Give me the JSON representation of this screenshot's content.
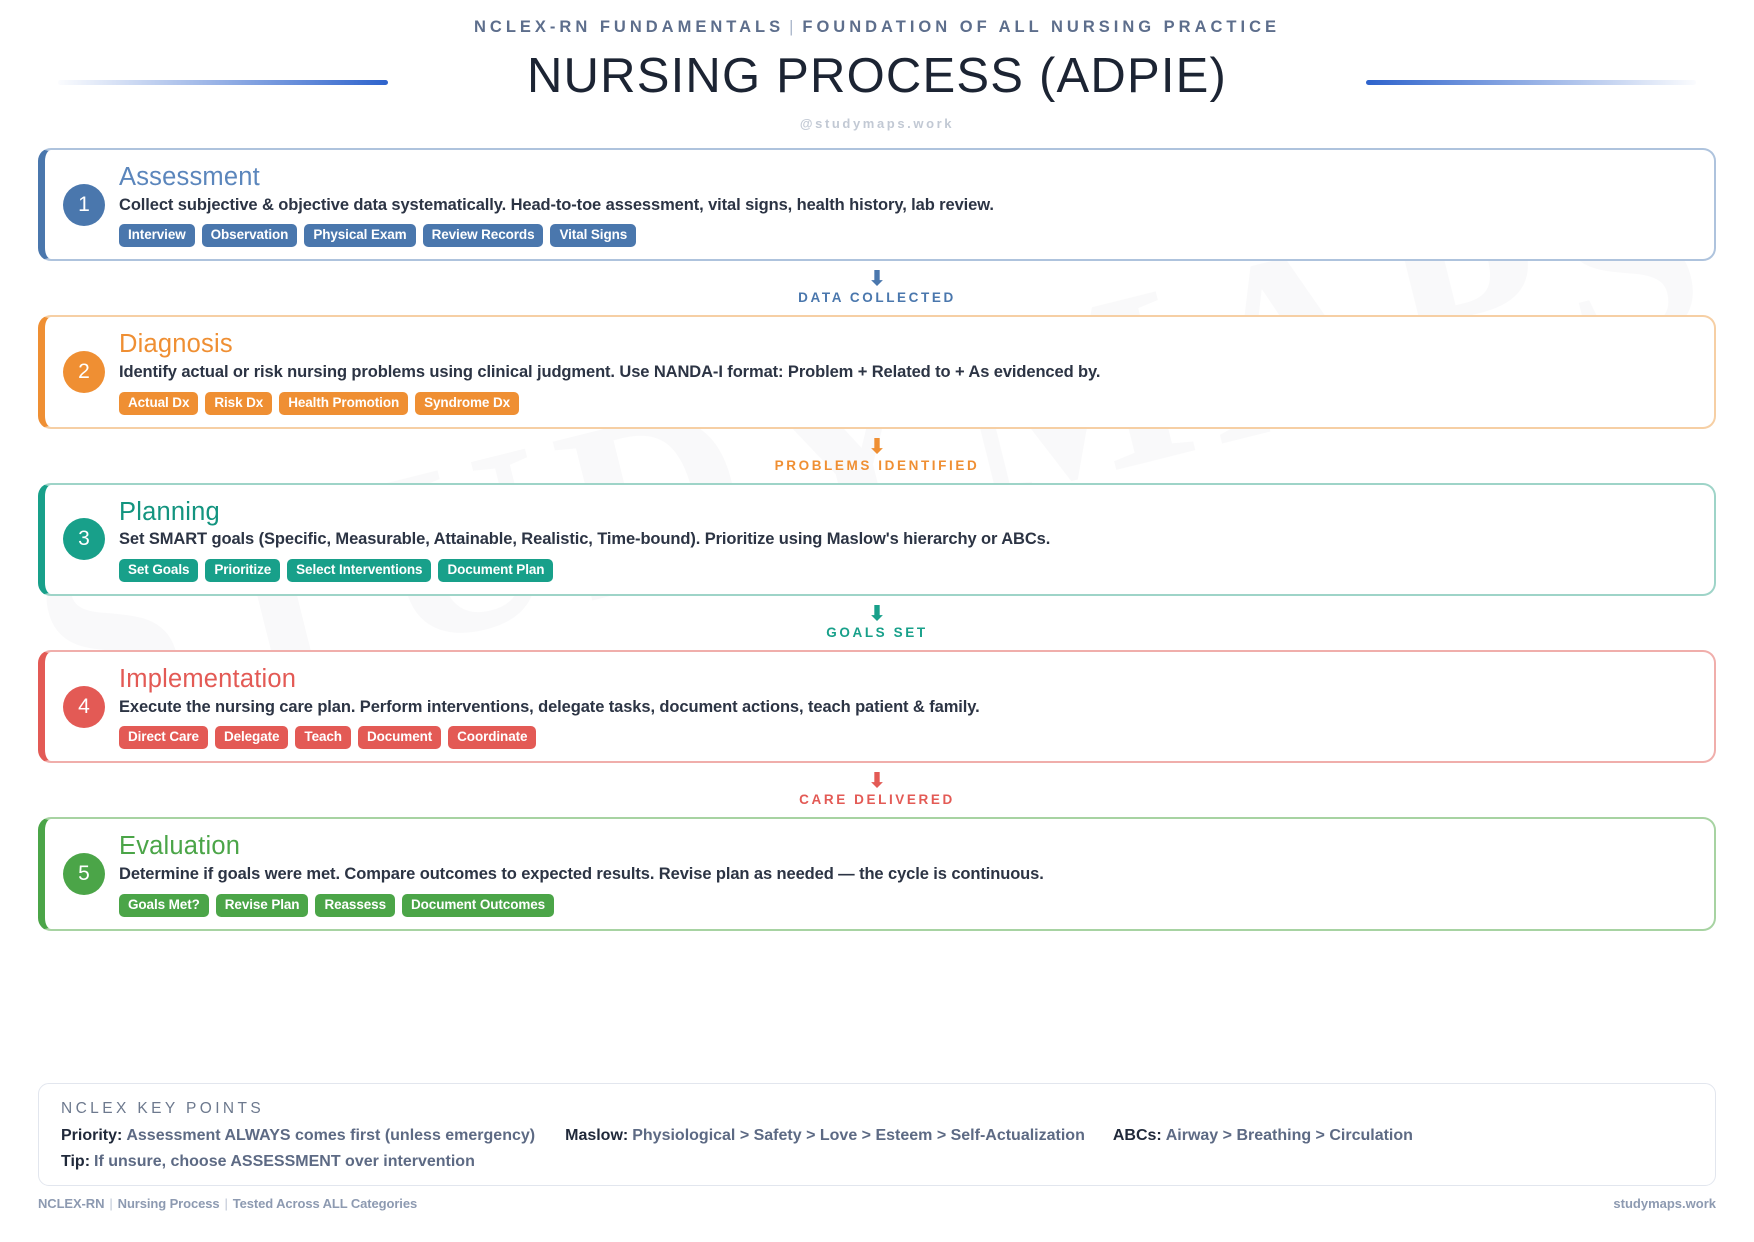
{
  "header": {
    "kicker_left": "NCLEX-RN FUNDAMENTALS",
    "kicker_divider": "|",
    "kicker_right": "FOUNDATION OF ALL NURSING PRACTICE",
    "title": "NURSING PROCESS (ADPIE)",
    "handle": "@studymaps.work",
    "accent": "#2e63cc"
  },
  "watermark": {
    "text": "STUDYMAPS"
  },
  "steps": [
    {
      "number": "1",
      "title": "Assessment",
      "description": "Collect subjective & objective data systematically. Head-to-toe assessment, vital signs, health history, lab review.",
      "pills": [
        "Interview",
        "Observation",
        "Physical Exam",
        "Review Records",
        "Vital Signs"
      ],
      "color": "#4a77ad",
      "border_color": "#aec3dd",
      "title_color": "#5b86bc",
      "connector": {
        "label": "DATA COLLECTED",
        "arrow": "⬇",
        "color": "#4a77ad"
      }
    },
    {
      "number": "2",
      "title": "Diagnosis",
      "description": "Identify actual or risk nursing problems using clinical judgment. Use NANDA-I format: Problem + Related to + As evidenced by.",
      "pills": [
        "Actual Dx",
        "Risk Dx",
        "Health Promotion",
        "Syndrome Dx"
      ],
      "color": "#ef8f33",
      "border_color": "#f6cfa4",
      "title_color": "#ef8f33",
      "connector": {
        "label": "PROBLEMS IDENTIFIED",
        "arrow": "⬇",
        "color": "#ef8f33"
      }
    },
    {
      "number": "3",
      "title": "Planning",
      "description": "Set SMART goals (Specific, Measurable, Attainable, Realistic, Time-bound). Prioritize using Maslow's hierarchy or ABCs.",
      "pills": [
        "Set Goals",
        "Prioritize",
        "Select Interventions",
        "Document Plan"
      ],
      "color": "#18a08a",
      "border_color": "#9ed4c8",
      "title_color": "#13947f",
      "connector": {
        "label": "GOALS SET",
        "arrow": "⬇",
        "color": "#18a08a"
      }
    },
    {
      "number": "4",
      "title": "Implementation",
      "description": "Execute the nursing care plan. Perform interventions, delegate tasks, document actions, teach patient & family.",
      "pills": [
        "Direct Care",
        "Delegate",
        "Teach",
        "Document",
        "Coordinate"
      ],
      "color": "#e35a55",
      "border_color": "#f0aeab",
      "title_color": "#e35a55",
      "connector": {
        "label": "CARE DELIVERED",
        "arrow": "⬇",
        "color": "#e35a55"
      }
    },
    {
      "number": "5",
      "title": "Evaluation",
      "description": "Determine if goals were met. Compare outcomes to expected results. Revise plan as needed — the cycle is continuous.",
      "pills": [
        "Goals Met?",
        "Revise Plan",
        "Reassess",
        "Document Outcomes"
      ],
      "color": "#4ba548",
      "border_color": "#a7d3a2",
      "title_color": "#4ba548",
      "connector": null
    }
  ],
  "keypoints": {
    "heading": "NCLEX KEY POINTS",
    "row1": [
      {
        "label": "Priority:",
        "value": "Assessment ALWAYS comes first (unless emergency)"
      },
      {
        "label": "Maslow:",
        "value": "Physiological > Safety > Love > Esteem > Self-Actualization"
      },
      {
        "label": "ABCs:",
        "value": "Airway > Breathing > Circulation"
      }
    ],
    "row2": [
      {
        "label": "Tip:",
        "value": "If unsure, choose ASSESSMENT over intervention"
      }
    ]
  },
  "footer": {
    "left_1": "NCLEX-RN",
    "left_2": "Nursing Process",
    "left_3": "Tested Across ALL Categories",
    "sep": "|",
    "right": "studymaps.work"
  }
}
